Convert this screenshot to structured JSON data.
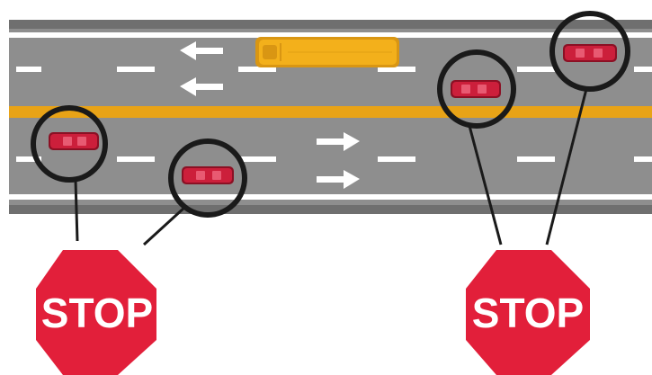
{
  "signs": [
    {
      "id": "stop-sign-left",
      "text": "STOP"
    },
    {
      "id": "stop-sign-right",
      "text": "STOP"
    }
  ],
  "colors": {
    "road": "#8e8e8e",
    "road_edge": "#6f6f6f",
    "lane_marking": "#ffffff",
    "center_line": "#e8a317",
    "bus": "#f3b01b",
    "car": "#cc1f3b",
    "stop_sign": "#e21f3a",
    "circle": "#1a1a1a"
  },
  "icons": {
    "arrow_left": "arrow-left-icon",
    "arrow_right": "arrow-right-icon"
  }
}
